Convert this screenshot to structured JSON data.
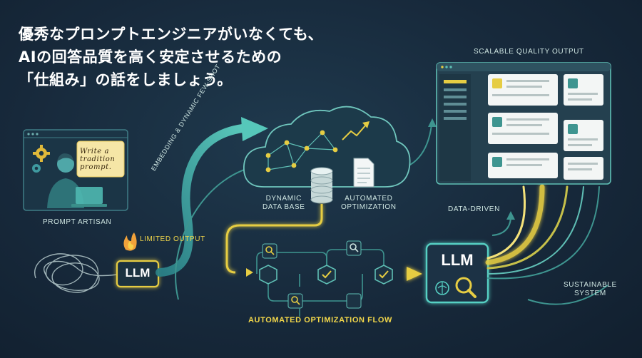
{
  "headline": {
    "line1": "優秀なプロンプトエンジニアがいなくても、",
    "line2": "AIの回答品質を高く安定させるための",
    "line3": "「仕組み」の話をしましょう。"
  },
  "labels": {
    "scalable_quality_output": "SCALABLE QUALITY OUTPUT",
    "embedding_few_shot": "EMBEDDING & DYNAMIC FEW-SHOT",
    "prompt_artisan": "PROMPT ARTISAN",
    "limited_output": "LIMITED OUTPUT",
    "llm_left": "LLM",
    "llm_right": "LLM",
    "dynamic_database_line1": "DYNAMIC",
    "dynamic_database_line2": "DATA BASE",
    "automated_optimization_line1": "AUTOMATED",
    "automated_optimization_line2": "OPTIMIZATION",
    "data_driven": "DATA-DRIVEN",
    "sustainable_system_line1": "SUSTAINABLE",
    "sustainable_system_line2": "SYSTEM",
    "automated_optimization_flow": "AUTOMATED OPTIMIZATION FLOW",
    "note_line1": "Write a",
    "note_line2": "tradition",
    "note_line3": "prompt."
  },
  "colors": {
    "background": "#17293b",
    "teal": "#4fb8b0",
    "yellow": "#f2d74a",
    "text_light": "#cfe6e2"
  },
  "icons": [
    "gear-icon",
    "person-icon",
    "laptop-icon",
    "flame-icon",
    "cloud-icon",
    "database-icon",
    "document-icon",
    "trend-icon",
    "search-icon",
    "check-icon",
    "brain-icon"
  ]
}
